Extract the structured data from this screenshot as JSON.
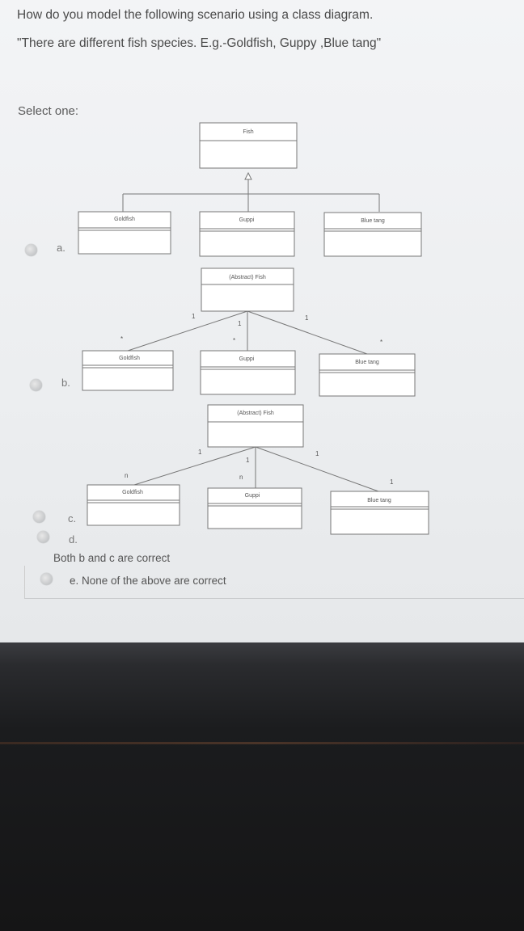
{
  "question": {
    "line1": "How do you model the following scenario using a class diagram.",
    "line2": "\"There are different fish species. E.g.-Goldfish, Guppy ,Blue tang\""
  },
  "select_label": "Select one:",
  "options": {
    "a": {
      "label": "a."
    },
    "b": {
      "label": "b."
    },
    "c": {
      "label": "c."
    },
    "d": {
      "label": "d.",
      "text": "Both b and c are correct"
    },
    "e": {
      "text": "e. None of the above are correct"
    }
  },
  "diagram_a": {
    "parent": "Fish",
    "children": [
      "Goldfish",
      "Guppi",
      "Blue tang"
    ]
  },
  "diagram_b": {
    "parent": "(Abstract) Fish",
    "children": [
      "Goldfish",
      "Guppi",
      "Blue tang"
    ],
    "multiplicity_parent": "1",
    "multiplicity_child": "*"
  },
  "diagram_c": {
    "parent": "(Abstract) Fish",
    "children": [
      "Goldfish",
      "Guppi",
      "Blue tang"
    ],
    "multiplicity_parent": "1",
    "multiplicity_child_left": "n",
    "multiplicity_child_mid": "n",
    "multiplicity_child_right": "1"
  }
}
